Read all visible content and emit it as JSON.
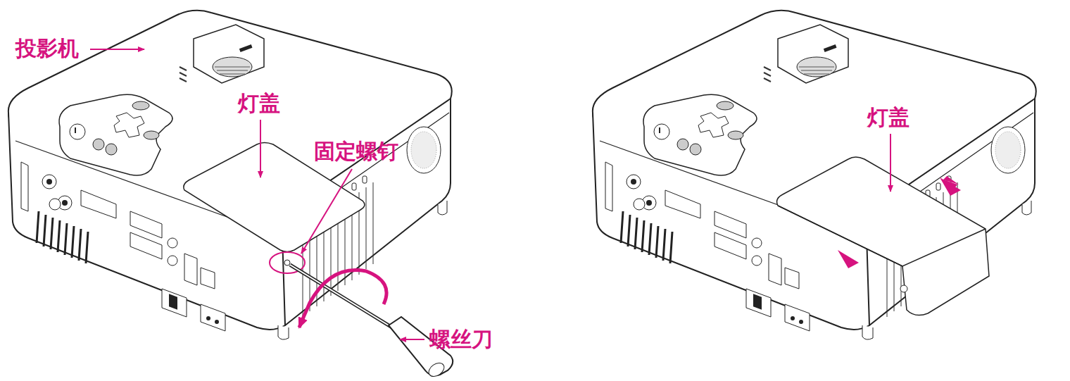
{
  "diagram": {
    "labels": [
      "投影机",
      "灯盖",
      "固定螺钉",
      "螺丝刀",
      "灯盖"
    ]
  }
}
